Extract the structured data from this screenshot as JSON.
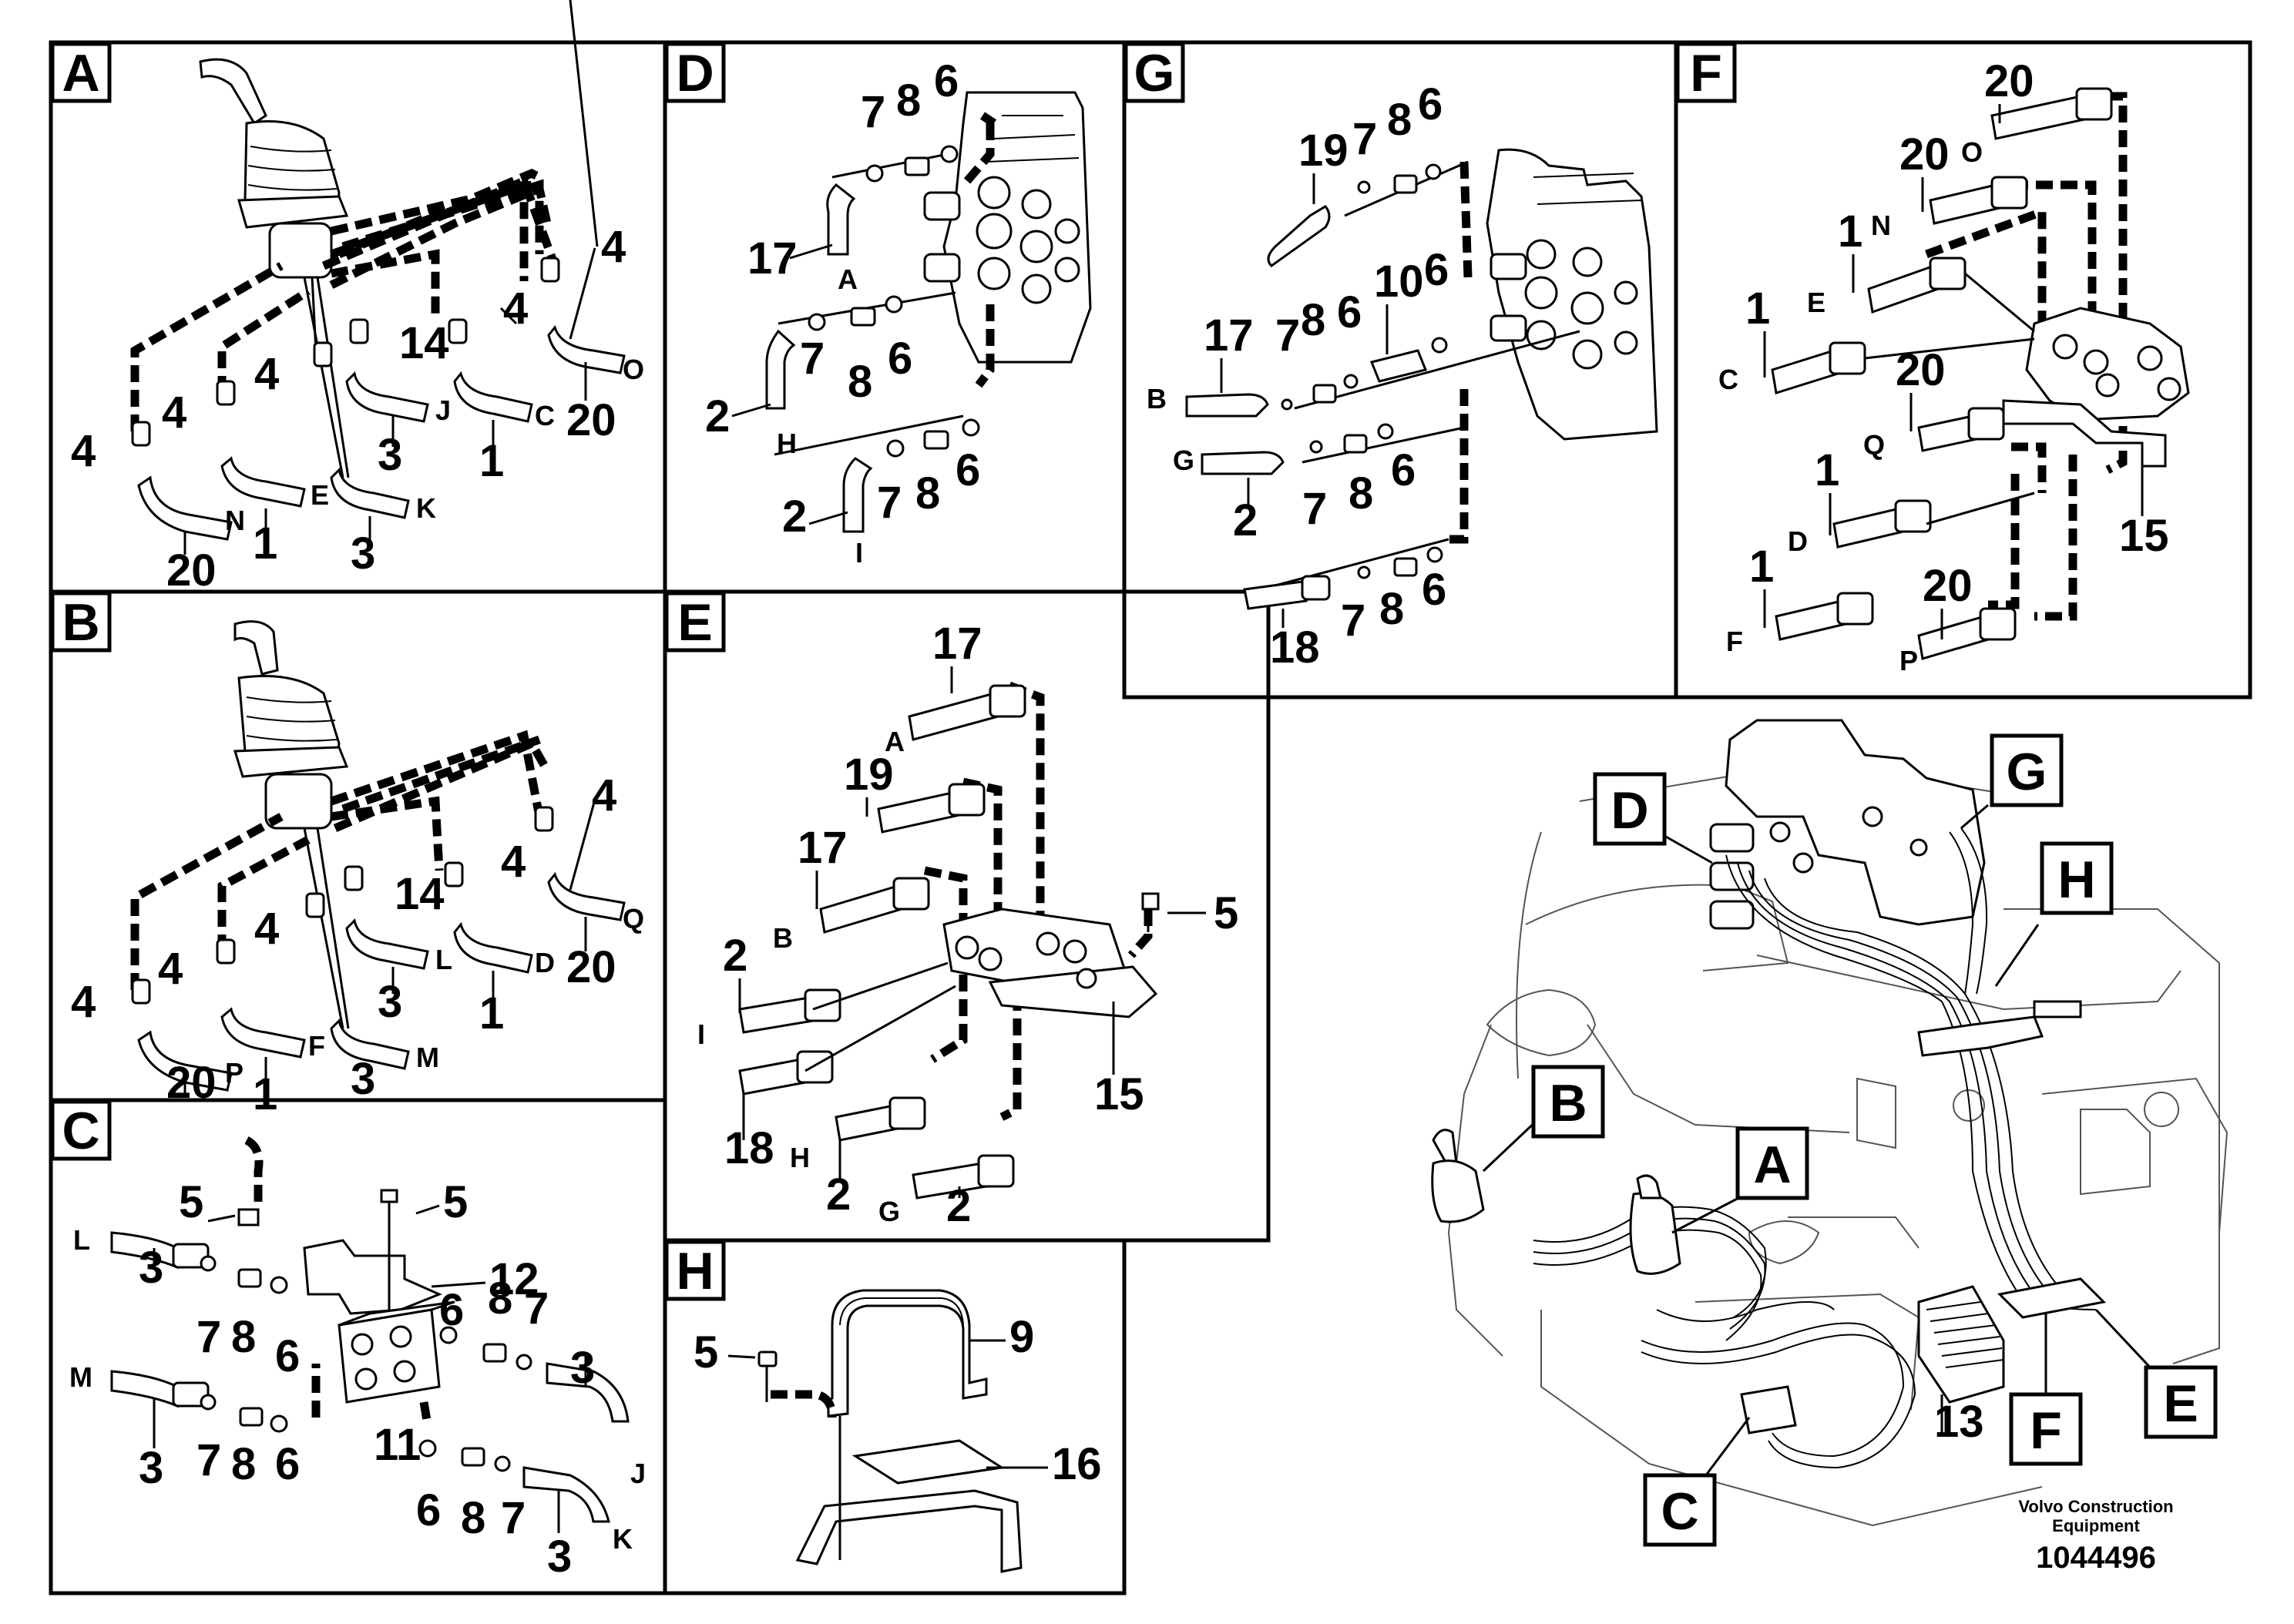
{
  "panels": {
    "A": {
      "letter": "A",
      "labels": [
        "4",
        "4",
        "4",
        "4",
        "4",
        "14",
        "20",
        "1",
        "3",
        "3",
        "20",
        "1",
        "O",
        "C",
        "J",
        "E",
        "K",
        "N"
      ]
    },
    "B": {
      "letter": "B",
      "labels": [
        "4",
        "4",
        "4",
        "4",
        "4",
        "14",
        "20",
        "1",
        "3",
        "3",
        "20",
        "1",
        "Q",
        "D",
        "L",
        "F",
        "M",
        "P"
      ]
    },
    "C": {
      "letter": "C",
      "labels": [
        "5",
        "5",
        "12",
        "L",
        "3",
        "7",
        "8",
        "6",
        "6",
        "8",
        "7",
        "3",
        "M",
        "3",
        "7",
        "8",
        "6",
        "11",
        "6",
        "8",
        "7",
        "3",
        "J",
        "K"
      ]
    },
    "D": {
      "letter": "D",
      "labels": [
        "7",
        "8",
        "6",
        "17",
        "A",
        "2",
        "H",
        "7",
        "8",
        "6",
        "2",
        "I",
        "7",
        "8",
        "6"
      ]
    },
    "E": {
      "letter": "E",
      "labels": [
        "17",
        "A",
        "19",
        "17",
        "B",
        "2",
        "I",
        "18",
        "H",
        "2",
        "G",
        "2",
        "5",
        "15"
      ]
    },
    "F": {
      "letter": "F",
      "labels": [
        "20",
        "O",
        "20",
        "N",
        "1",
        "E",
        "1",
        "C",
        "20",
        "Q",
        "1",
        "D",
        "1",
        "F",
        "20",
        "P",
        "15"
      ]
    },
    "G": {
      "letter": "G",
      "labels": [
        "19",
        "7",
        "8",
        "6",
        "10",
        "6",
        "17",
        "7",
        "8",
        "6",
        "B",
        "G",
        "2",
        "7",
        "8",
        "6",
        "18",
        "7",
        "8",
        "6"
      ]
    },
    "H": {
      "letter": "H",
      "labels": [
        "9",
        "5",
        "16"
      ]
    }
  },
  "overview": {
    "callouts": [
      "D",
      "G",
      "H",
      "B",
      "A",
      "C",
      "F",
      "E"
    ],
    "part_13": "13"
  },
  "footer": {
    "company_line1": "Volvo Construction",
    "company_line2": "Equipment",
    "drawing_number": "1044496"
  }
}
